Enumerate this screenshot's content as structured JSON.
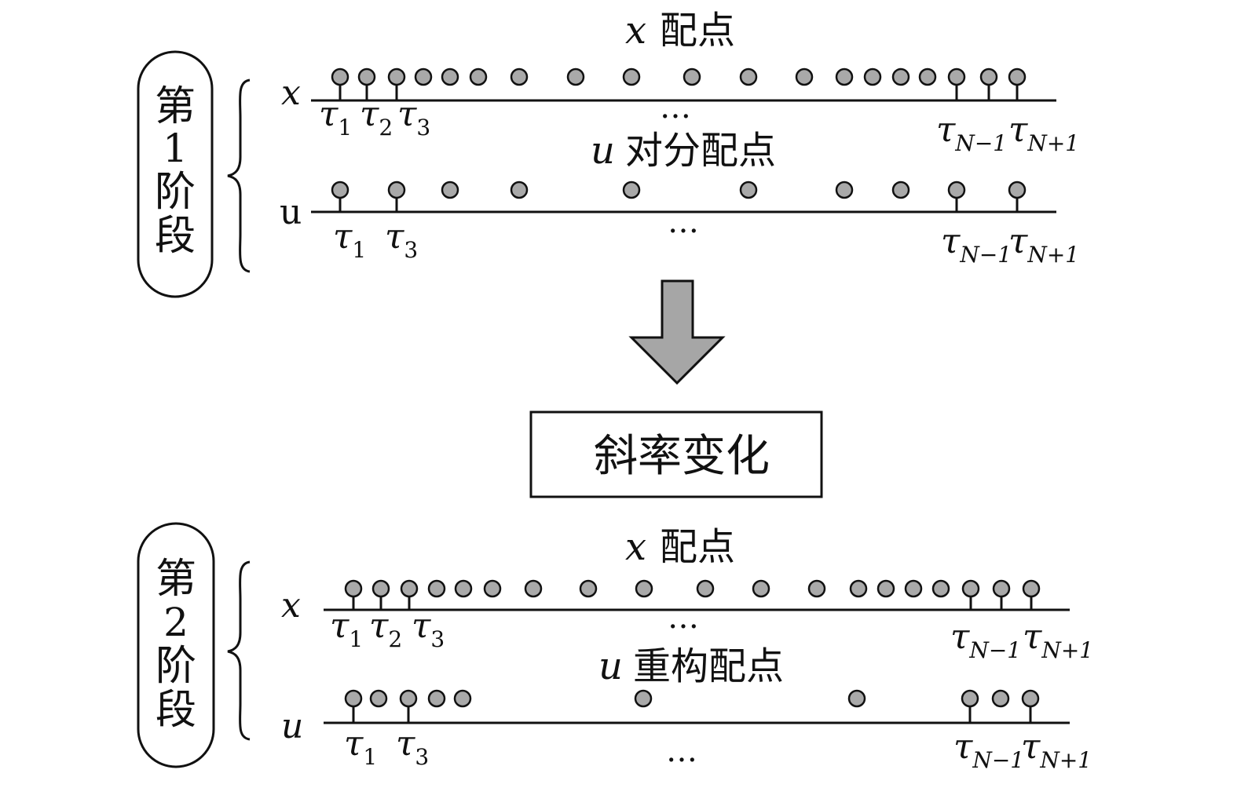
{
  "stage1": {
    "pill_label_top": "第",
    "pill_label_num": "1",
    "pill_label_b1": "阶",
    "pill_label_b2": "段",
    "x_track": {
      "axis_label": "x",
      "title_var": "x",
      "title_text": "配点",
      "ellipsis": "…",
      "dots": 19,
      "ticks_left": [
        "1",
        "2",
        "3"
      ],
      "ticks_right": [
        "N−1",
        "N+1"
      ]
    },
    "u_track": {
      "axis_label": "u",
      "title_var": "u",
      "title_text": "对分配点",
      "ellipsis": "…",
      "dots": 10,
      "ticks_left": [
        "1",
        "3"
      ],
      "ticks_right": [
        "N−1",
        "N+1"
      ]
    }
  },
  "transition": {
    "box_label": "斜率变化"
  },
  "stage2": {
    "pill_label_top": "第",
    "pill_label_num": "2",
    "pill_label_b1": "阶",
    "pill_label_b2": "段",
    "x_track": {
      "axis_label": "x",
      "title_var": "x",
      "title_text": "配点",
      "ellipsis": "…",
      "dots": 19,
      "ticks_left": [
        "1",
        "2",
        "3"
      ],
      "ticks_right": [
        "N−1",
        "N+1"
      ]
    },
    "u_track": {
      "axis_label": "u",
      "title_var": "u",
      "title_text": "重构配点",
      "ellipsis": "…",
      "dots": 10,
      "ticks_left": [
        "1",
        "3"
      ],
      "ticks_right": [
        "N−1",
        "N+1"
      ]
    }
  },
  "tau_symbol": "τ",
  "colors": {
    "dot_fill": "#a9a9a9",
    "arrow_fill": "#a6a6a6",
    "line": "#111111"
  }
}
